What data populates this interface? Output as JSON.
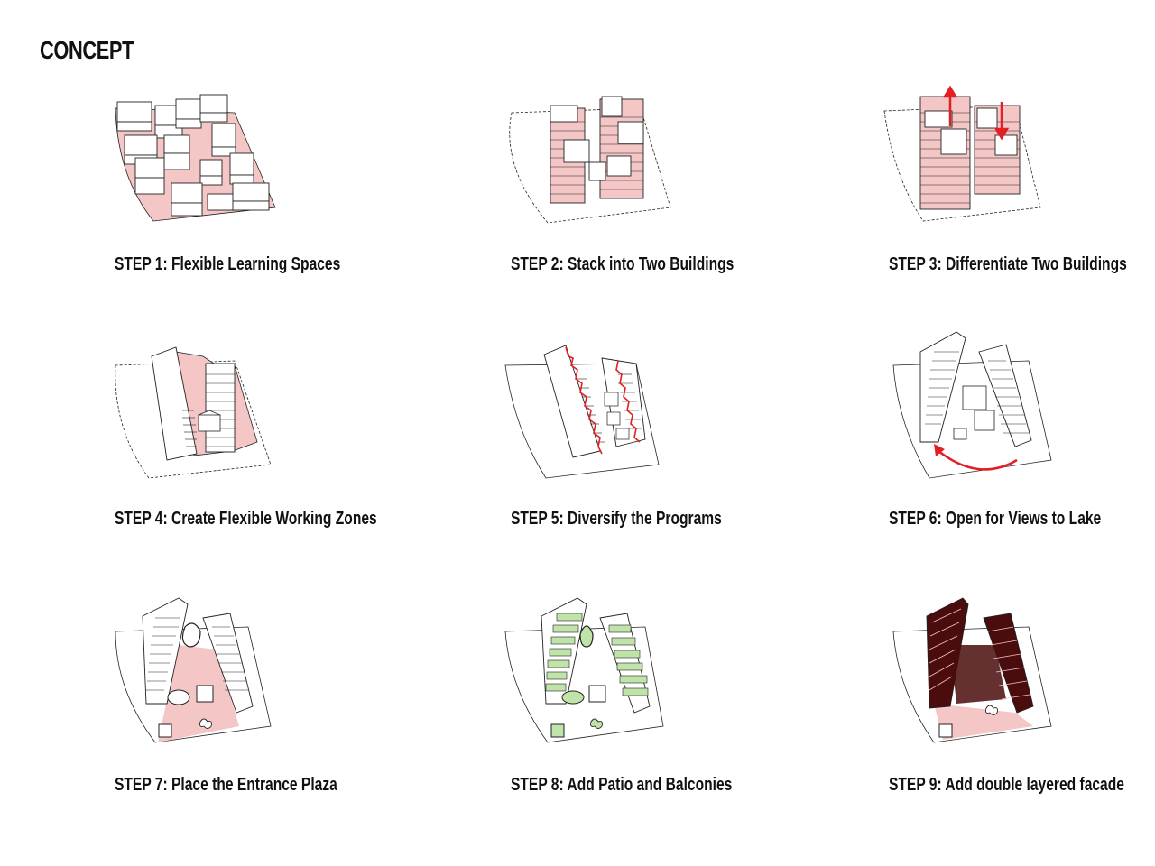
{
  "title": "CONCEPT",
  "colors": {
    "accent_pink": "#f4c6c6",
    "accent_red": "#e31e24",
    "accent_green": "#bfe3a8",
    "dark_facade": "#4a0c0c",
    "line": "#222222"
  },
  "steps": [
    {
      "caption": "STEP 1: Flexible Learning Spaces",
      "icon": "scattered-blocks-diagram"
    },
    {
      "caption": "STEP 2: Stack into Two Buildings",
      "icon": "two-stacked-buildings-diagram"
    },
    {
      "caption": "STEP 3: Differentiate Two Buildings",
      "icon": "differentiated-buildings-diagram"
    },
    {
      "caption": "STEP 4: Create Flexible Working Zones",
      "icon": "working-zones-diagram"
    },
    {
      "caption": "STEP 5: Diversify the Programs",
      "icon": "diversified-programs-diagram"
    },
    {
      "caption": "STEP 6: Open for Views to Lake",
      "icon": "lake-views-diagram"
    },
    {
      "caption": "STEP 7: Place the Entrance Plaza",
      "icon": "entrance-plaza-diagram"
    },
    {
      "caption": "STEP 8: Add Patio and Balconies",
      "icon": "patio-balconies-diagram"
    },
    {
      "caption": "STEP 9: Add double layered facade",
      "icon": "double-facade-diagram"
    }
  ]
}
